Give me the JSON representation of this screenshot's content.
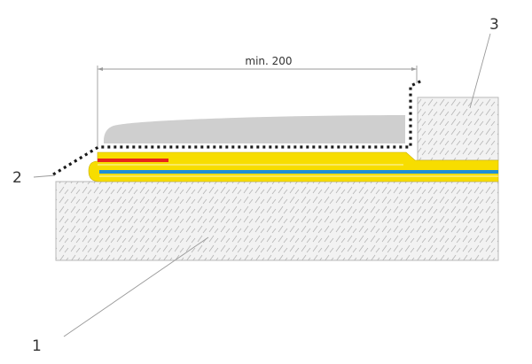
{
  "dimension": {
    "label": "min. 200"
  },
  "callouts": [
    {
      "label": "1",
      "target": "base-block"
    },
    {
      "label": "2",
      "target": "dotted-seam-line"
    },
    {
      "label": "3",
      "target": "right-block"
    }
  ],
  "colors": {
    "concrete_fill": "#f2f2f2",
    "concrete_edge": "#b8b8b8",
    "hatch": "#b5b5b5",
    "top_plate": "#cfcfcf",
    "yellow_layer": "#f7dd00",
    "red_strip": "#e8241b",
    "blue_strip": "#1f8fd6",
    "dotted_line": "#1a1a1a",
    "dimension_line": "#9a9a9a",
    "leader_line": "#9a9a9a"
  }
}
